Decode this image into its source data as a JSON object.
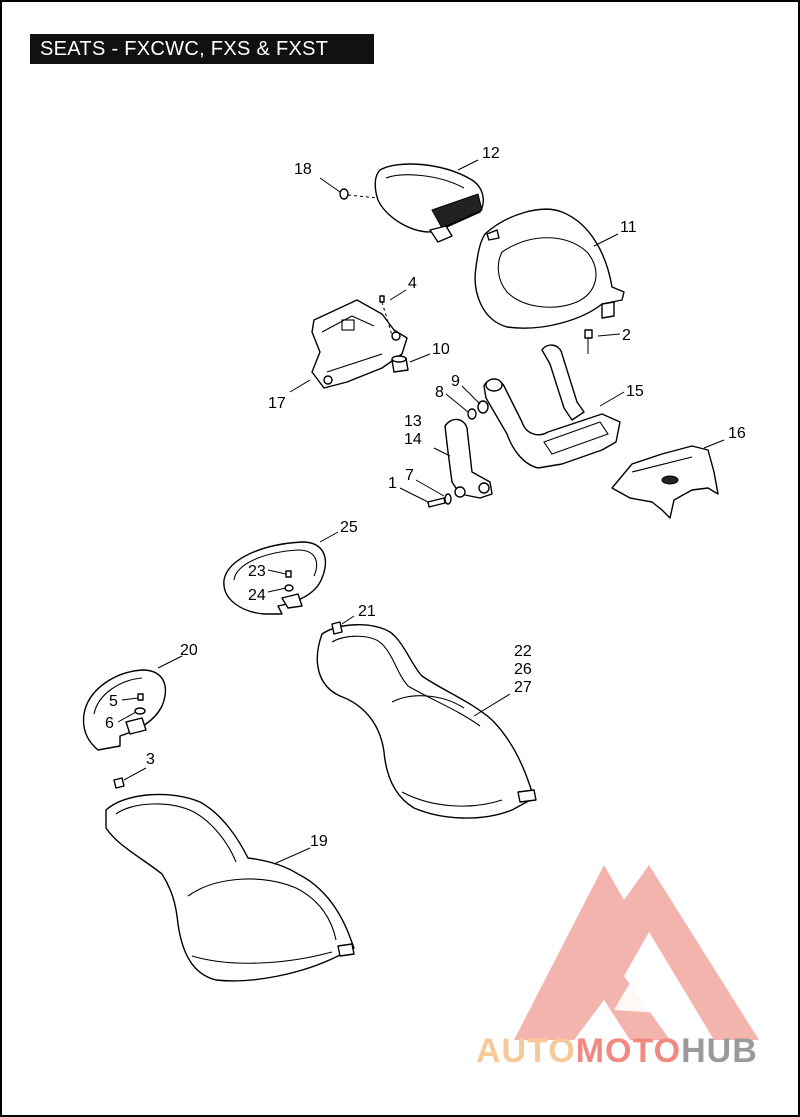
{
  "title": "SEATS - FXCWC, FXS & FXST",
  "callouts": [
    "1",
    "2",
    "3",
    "4",
    "5",
    "6",
    "7",
    "8",
    "9",
    "10",
    "11",
    "12",
    "13",
    "14",
    "15",
    "16",
    "17",
    "18",
    "19",
    "20",
    "21",
    "22",
    "23",
    "24",
    "25",
    "26",
    "27"
  ],
  "logo": {
    "auto": "AUTO",
    "moto": "MOTO",
    "hub": "HUB",
    "colors": {
      "auto": "#f7c99a",
      "moto": "#f08a80",
      "hub": "#9a9a9a",
      "triangle": "#f2a7a0"
    }
  }
}
